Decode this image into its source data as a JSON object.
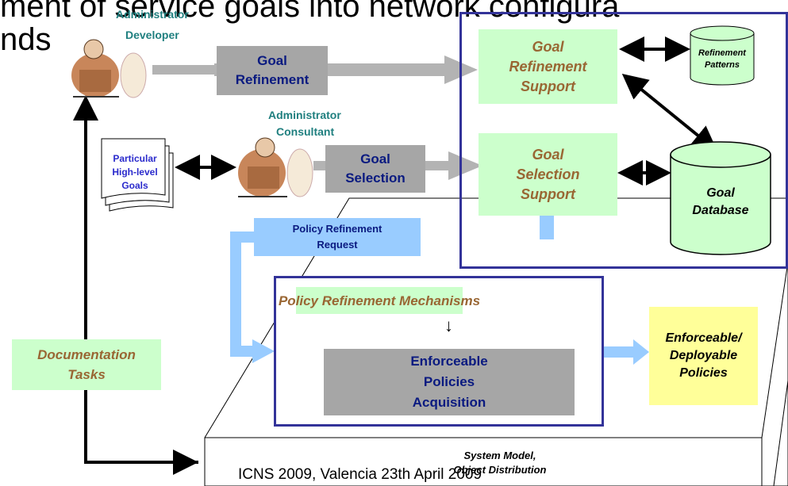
{
  "slide": {
    "title_line1": "ment of service goals into network configura",
    "title_line2": "nds"
  },
  "actors": {
    "top_role_1": "Administrator",
    "top_role_2": "Developer",
    "mid_role_1": "Administrator",
    "mid_role_2": "Consultant"
  },
  "documents": {
    "line1": "Particular",
    "line2": "High-level",
    "line3": "Goals"
  },
  "boxes": {
    "goal_refinement": [
      "Goal",
      "Refinement"
    ],
    "goal_selection": [
      "Goal",
      "Selection"
    ],
    "goal_refinement_support": [
      "Goal",
      "Refinement",
      "Support"
    ],
    "goal_selection_support": [
      "Goal",
      "Selection",
      "Support"
    ],
    "policy_refinement_request": [
      "Policy Refinement",
      "Request"
    ],
    "policy_refinement_mechanisms": "Policy Refinement Mechanisms",
    "enforceable_acquisition": [
      "Enforceable",
      "Policies",
      "Acquisition"
    ],
    "enforceable_deployable": [
      "Enforceable/",
      "Deployable",
      "Policies"
    ],
    "documentation_tasks": [
      "Documentation",
      "Tasks"
    ],
    "down_arrow": "↓"
  },
  "databases": {
    "refinement_patterns": [
      "Refinement",
      "Patterns"
    ],
    "goal_database": [
      "Goal",
      "Database"
    ]
  },
  "system_model": [
    "System Model,",
    "Object Distribution"
  ],
  "footer": "ICNS 2009, Valencia 23th April 2009",
  "colors": {
    "frame": "#333399",
    "green": "#ccffcc",
    "gray": "#a6a6a6",
    "blue": "#99ccff",
    "yellow": "#ffff99",
    "role_text": "#1f7f7f",
    "italic_text": "#996633"
  }
}
